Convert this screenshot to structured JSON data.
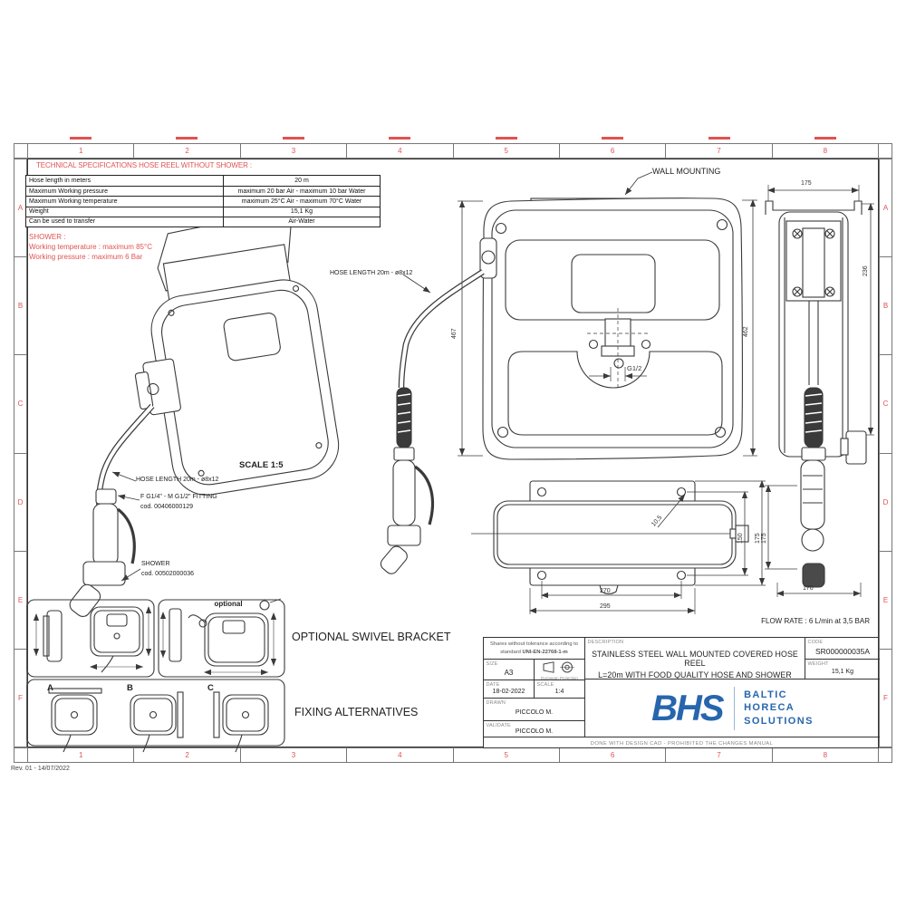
{
  "revision": "Rev. 01 - 14/07/2022",
  "grid": {
    "columns": [
      "1",
      "2",
      "3",
      "4",
      "5",
      "6",
      "7",
      "8"
    ],
    "rows": [
      "A",
      "B",
      "C",
      "D",
      "E",
      "F"
    ]
  },
  "colors": {
    "red": "#e05252",
    "blue": "#2766ad",
    "line": "#3a3a3a"
  },
  "spec_table": {
    "title": "TECHNICAL SPECIFICATIONS HOSE REEL WITHOUT SHOWER :",
    "rows": [
      {
        "label": "Hose length in meters",
        "value": "20 m"
      },
      {
        "label": "Maximum Working pressure",
        "value": "maximum 20 bar Air - maximum 10 bar Water"
      },
      {
        "label": "Maximum Working temperature",
        "value": "maximum 25°C Air - maximum 70°C Water"
      },
      {
        "label": "Weight",
        "value": "15,1 Kg"
      },
      {
        "label": "Can be used to transfer",
        "value": "Air-Water"
      }
    ]
  },
  "shower_note": {
    "title": "SHOWER :",
    "line1": "Working temperature : maximum 85°C",
    "line2": "Working pressure : maximum 6 Bar"
  },
  "drawing_labels": {
    "wall_mounting": "WALL MOUNTING",
    "hose_length": "HOSE LENGTH 20m - ø8x12",
    "scale_iso": "SCALE 1:5",
    "fitting_line1": "F G1/4\" - M G1/2\" FITTING",
    "fitting_line2": "cod. 00406000129",
    "shower_line1": "SHOWER",
    "shower_line2": "cod. 00502000036",
    "g_thread": "G1/2",
    "flow_rate": "FLOW RATE : 6 L/min at 3,5 BAR",
    "optional": "optional",
    "optional_swivel_bracket": "OPTIONAL SWIVEL BRACKET",
    "fixing_alternatives": "FIXING ALTERNATIVES",
    "fix_a": "A",
    "fix_b": "B",
    "fix_c": "C"
  },
  "dimensions": {
    "front_height_left": "467",
    "front_height_right": "462",
    "side_width_top": "175",
    "side_height_right": "236",
    "side_depth_bottom": "170",
    "side_gun_length": "175",
    "top_hole_diameter": "10,5",
    "top_height_inner": "150",
    "top_height_outer": "175",
    "top_width_inner": "270",
    "top_width_outer": "295"
  },
  "title_block": {
    "tolerance_note": "Shares without tolerance according to standard",
    "tolerance_standard": "UNI-EN-22768-1-m",
    "size_label": "SIZE",
    "size_value": "A3",
    "projection_caption": "European Projection",
    "date_label": "DATE",
    "date_value": "18-02-2022",
    "scale_label": "SCALE",
    "scale_value": "1:4",
    "drawn_label": "DRAWN",
    "drawn_value": "PICCOLO M.",
    "validate_label": "VALIDATE",
    "validate_value": "PICCOLO M.",
    "description_label": "DESCRIPTION",
    "description_line1": "STAINLESS STEEL WALL MOUNTED COVERED HOSE REEL",
    "description_line2": "L=20m WITH FOOD QUALITY HOSE AND SHOWER",
    "code_label": "CODE",
    "code_value": "SR000000035A",
    "weight_label": "WEIGHT",
    "weight_value": "15,1 Kg",
    "logo_text": "BHS",
    "logo_word1": "BALTIC",
    "logo_word2": "HORECA",
    "logo_word3": "SOLUTIONS",
    "footer": "DONE WITH DESIGN CAD - PROHIBITED THE CHANGES MANUAL"
  }
}
